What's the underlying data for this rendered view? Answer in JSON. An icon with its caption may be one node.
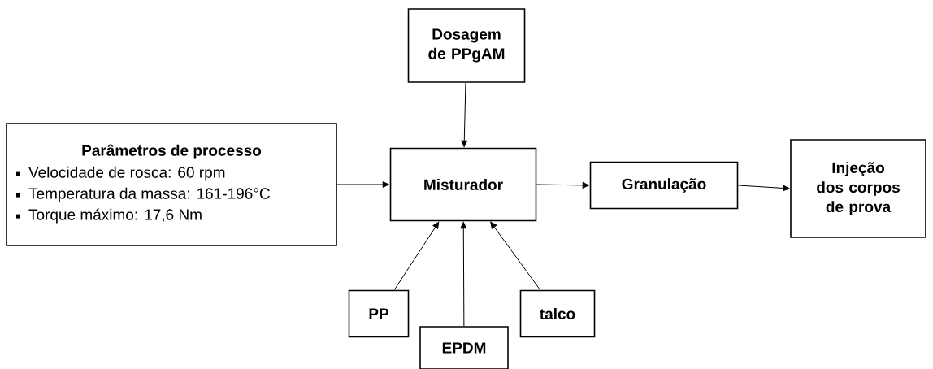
{
  "diagram": {
    "nodes": [
      {
        "text": [
          "Dosagem de PPgAM"
        ]
      },
      {
        "text": [
          "Parâmetros de processo",
          "Velocidade de rosca: 60 rpm",
          "Temperatura da massa: 161-196°C",
          "Torque máximo: 17,6 Nm"
        ]
      },
      {
        "text": [
          "Misturador"
        ]
      },
      {
        "text": [
          "Granulação"
        ]
      },
      {
        "text": [
          "Injeção dos corpos de prova"
        ]
      },
      {
        "text": [
          "PP"
        ]
      },
      {
        "text": [
          "EPDM"
        ]
      },
      {
        "text": [
          "talco"
        ]
      }
    ],
    "edges": [
      {
        "from": 0,
        "to": 2,
        "arrow": "to"
      },
      {
        "from": 1,
        "to": 2,
        "arrow": "to"
      },
      {
        "from": 2,
        "to": 3,
        "arrow": "to"
      },
      {
        "from": 3,
        "to": 4,
        "arrow": "to"
      },
      {
        "from": 5,
        "to": 2,
        "arrow": "to"
      },
      {
        "from": 6,
        "to": 2,
        "arrow": "to"
      },
      {
        "from": 7,
        "to": 2,
        "arrow": "to"
      }
    ]
  }
}
